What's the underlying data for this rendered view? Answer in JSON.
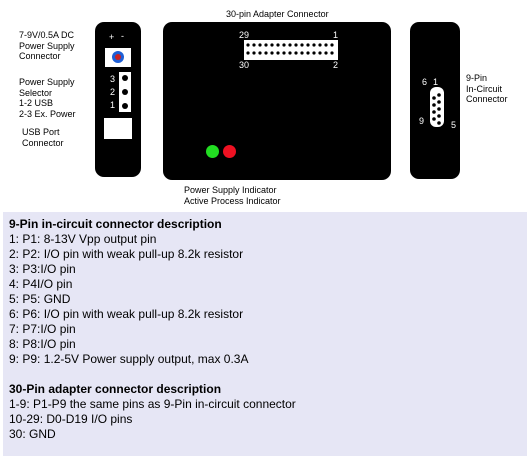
{
  "diagram": {
    "labels": {
      "adapter_title": "30-pin Adapter Connector",
      "dc_power": "7-9V/0.5A DC\nPower Supply\nConnector",
      "ps_selector": "Power Supply\nSelector\n1-2 USB\n2-3 Ex. Power",
      "usb_port": "USB Port\nConnector",
      "ninepin": "9-Pin\nIn-Circuit\nConnector",
      "indicators": "Power Supply Indicator\nActive Process Indicator"
    },
    "dc_polarity": {
      "plus": "+",
      "minus": "-"
    },
    "selector_pins": [
      "3",
      "2",
      "1"
    ],
    "header_pins": {
      "top_left": "29",
      "top_right": "1",
      "bottom_left": "30",
      "bottom_right": "2"
    },
    "db9_pins": {
      "p6": "6",
      "p1": "1",
      "p9": "9",
      "p5": "5"
    },
    "colors": {
      "power_led": "#22dd22",
      "active_led": "#ee1122",
      "jack_center": "#cc2222",
      "jack_ring": "#1e5fd6"
    }
  },
  "descriptions": {
    "ninepin": {
      "title": "9-Pin in-circuit connector description",
      "lines": [
        "1: P1: 8-13V Vpp output pin",
        "2: P2: I/O pin with weak pull-up 8.2k resistor",
        "3: P3:I/O pin",
        "4: P4I/O pin",
        "5: P5: GND",
        "6: P6: I/O pin with weak pull-up 8.2k resistor",
        "7: P7:I/O pin",
        "8: P8:I/O pin",
        "9: P9: 1.2-5V Power supply output, max 0.3A"
      ]
    },
    "thirtypin": {
      "title": "30-Pin adapter connector description",
      "lines": [
        "1-9: P1-P9 the same pins as 9-Pin in-circuit connector",
        "10-29: D0-D19 I/O pins",
        "30: GND"
      ]
    }
  }
}
